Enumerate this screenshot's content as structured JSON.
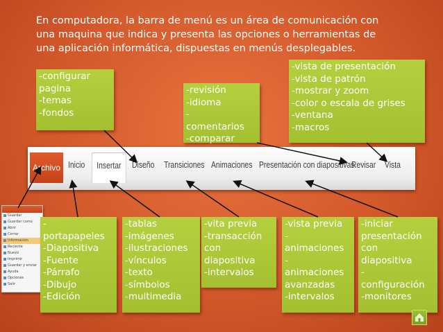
{
  "heading": {
    "lines": [
      "En computadora, la barra de menú es un área de comunicación con",
      "una maquina que indica y presenta las opciones o herramientas de",
      "una aplicación informática, dispuestas en menús desplegables."
    ]
  },
  "callouts": {
    "diseno": [
      "-configurar",
      "pagina",
      "-temas",
      "-fondos"
    ],
    "revisar": [
      "-revisión",
      "-idioma",
      "-",
      "comentarios",
      "-comparar"
    ],
    "vista": [
      "-vista de presentación",
      "-vista de patrón",
      "-mostrar y zoom",
      "-color o escala de grises",
      "-ventana",
      "-macros"
    ],
    "inicio": [
      "-",
      "portapapeles",
      "-Diapositiva",
      "-Fuente",
      "-Párrafo",
      "-Dibujo",
      "-Edición"
    ],
    "insertar": [
      "-tablas",
      "-imágenes",
      "-ilustraciones",
      "-vínculos",
      "-texto",
      "-símbolos",
      "-multimedia"
    ],
    "transiciones": [
      "-vita previa",
      "-transacción",
      "con",
      "diapositiva",
      "-intervalos"
    ],
    "animaciones": [
      "-vista previa",
      "-",
      "animaciones",
      "-",
      "animaciones",
      "avanzadas",
      "-intervalos"
    ],
    "presentacion": [
      "-iniciar",
      "presentación",
      "con",
      "diapositiva",
      "-",
      "configuración",
      "-monitores"
    ]
  },
  "ribbon": {
    "tabs": {
      "archivo": "Archivo",
      "inicio": "Inicio",
      "insertar": "Insertar",
      "diseno": "Diseño",
      "transiciones": "Transiciones",
      "animaciones": "Animaciones",
      "presentacion": "Presentación con diapositivas",
      "revisar": "Revisar",
      "vista": "Vista"
    }
  },
  "file_menu": {
    "items": [
      "Guardar",
      "Guardar como",
      "Abrir",
      "Cerrar",
      "Información",
      "Reciente",
      "Nuevo",
      "Imprimir",
      "Guardar y enviar",
      "Ayuda",
      "Opciones",
      "Salir"
    ]
  },
  "colors": {
    "background": "#d3592b",
    "callout": "#a9c435",
    "text": "#ffffff"
  },
  "icons": {
    "nav": "home-icon"
  }
}
